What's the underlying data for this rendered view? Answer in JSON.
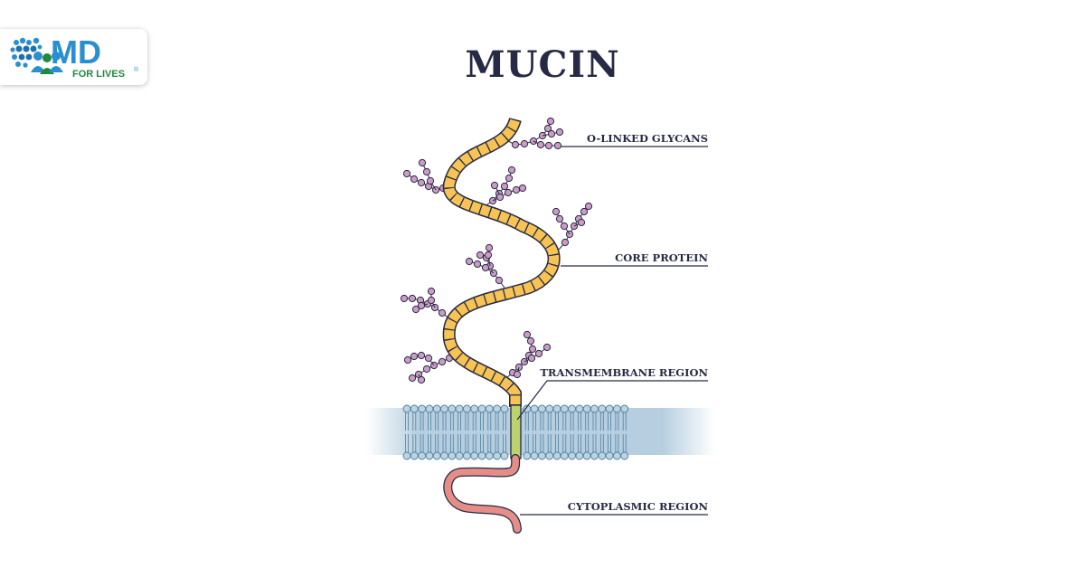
{
  "logo": {
    "mark": "MD",
    "tagline": "FOR LIVES",
    "icon": "people-network-icon"
  },
  "title": "MUCIN",
  "labels": {
    "glycans": "O-LINKED GLYCANS",
    "core": "CORE PROTEIN",
    "transmembrane": "TRANSMEMBRANE REGION",
    "cytoplasmic": "CYTOPLASMIC REGION"
  },
  "colors": {
    "title": "#262a45",
    "core_protein": "#f6c354",
    "glycan_bead": "#cc9cc6",
    "membrane": "#a9c6da",
    "transmembrane": "#bcd36d",
    "cytoplasmic": "#e58e88",
    "logo_blue": "#2a8fd0",
    "logo_green": "#1f8a3e"
  }
}
